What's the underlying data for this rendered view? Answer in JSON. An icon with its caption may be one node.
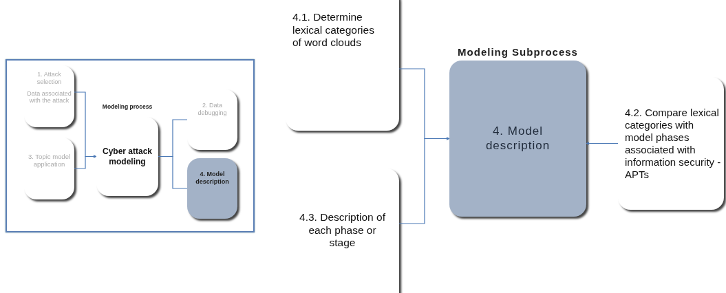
{
  "diagram": {
    "nodes": [
      {
        "text": [],
        "shape": "box"
      },
      {
        "text": [
          "1. Attack selection",
          "Data associated with the attack"
        ],
        "in": 0
      },
      {
        "text": [
          "Modeling process",
          "Cyber attack modeling"
        ],
        "in": 0
      },
      {
        "text": [
          "2. Data debugging"
        ],
        "in": 0
      },
      {
        "text": [
          "3. Topic model application"
        ],
        "in": 0
      },
      {
        "text": [
          "4. Model description"
        ],
        "in": 0
      },
      {
        "text": [
          "4.1. Determine lexical categories of word clouds"
        ]
      },
      {
        "text": [
          "Modeling Subprocess",
          "4. Model description"
        ]
      },
      {
        "text": [
          "4.2. Compare lexical categories with model phases associated with information security - APTs"
        ]
      },
      {
        "text": [
          "4.3. Description of each phase or stage"
        ]
      }
    ],
    "edges": [
      {
        "from": 1,
        "to": 2,
        "arrow": "to"
      },
      {
        "from": 4,
        "to": 2,
        "arrow": "to"
      },
      {
        "from": 2,
        "to": 3,
        "arrow": "none"
      },
      {
        "from": 2,
        "to": 5,
        "arrow": "none"
      },
      {
        "from": 6,
        "to": 7,
        "arrow": "to"
      },
      {
        "from": 9,
        "to": 7,
        "arrow": "to"
      },
      {
        "from": 8,
        "to": 7,
        "arrow": "to"
      }
    ]
  }
}
